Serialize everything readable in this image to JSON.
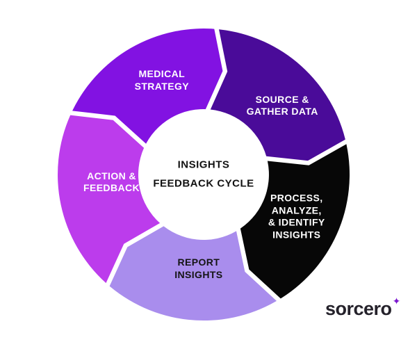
{
  "background_color": "#ffffff",
  "diagram": {
    "title_center": {
      "line1": "INSIGHTS",
      "line2": "FEEDBACK CYCLE",
      "text_color": "#121212"
    },
    "gap_color": "#ffffff",
    "segments": [
      {
        "id": "medical-strategy",
        "label": "MEDICAL\nSTRATEGY",
        "color": "#8212e2",
        "text_color": "#ffffff",
        "start_deg": 294,
        "end_deg": 366,
        "label_deg": 336,
        "label_radius": 148
      },
      {
        "id": "source-gather-data",
        "label": "SOURCE &\nGATHER DATA",
        "color": "#4a0b99",
        "text_color": "#ffffff",
        "start_deg": 6,
        "end_deg": 78,
        "label_deg": 49,
        "label_radius": 150
      },
      {
        "id": "process-analyze-identify-insights",
        "label": "PROCESS,\nANALYZE,\n& IDENTIFY\nINSIGHTS",
        "color": "#070707",
        "text_color": "#ffffff",
        "start_deg": 78,
        "end_deg": 150,
        "label_deg": 114.5,
        "label_radius": 147
      },
      {
        "id": "report-insights",
        "label": "REPORT\nINSIGHTS",
        "color": "#a98ded",
        "text_color": "#141414",
        "start_deg": 150,
        "end_deg": 222,
        "label_deg": 183,
        "label_radius": 136
      },
      {
        "id": "action-feedback",
        "label": "ACTION &\nFEEDBACK",
        "color": "#bc3cec",
        "text_color": "#ffffff",
        "start_deg": 222,
        "end_deg": 294,
        "label_deg": 265,
        "label_radius": 133
      }
    ]
  },
  "logo": {
    "text": "sorcero",
    "sparkle_icon": "✦",
    "text_color": "#25222b",
    "sparkle_color": "#7b16cf"
  }
}
